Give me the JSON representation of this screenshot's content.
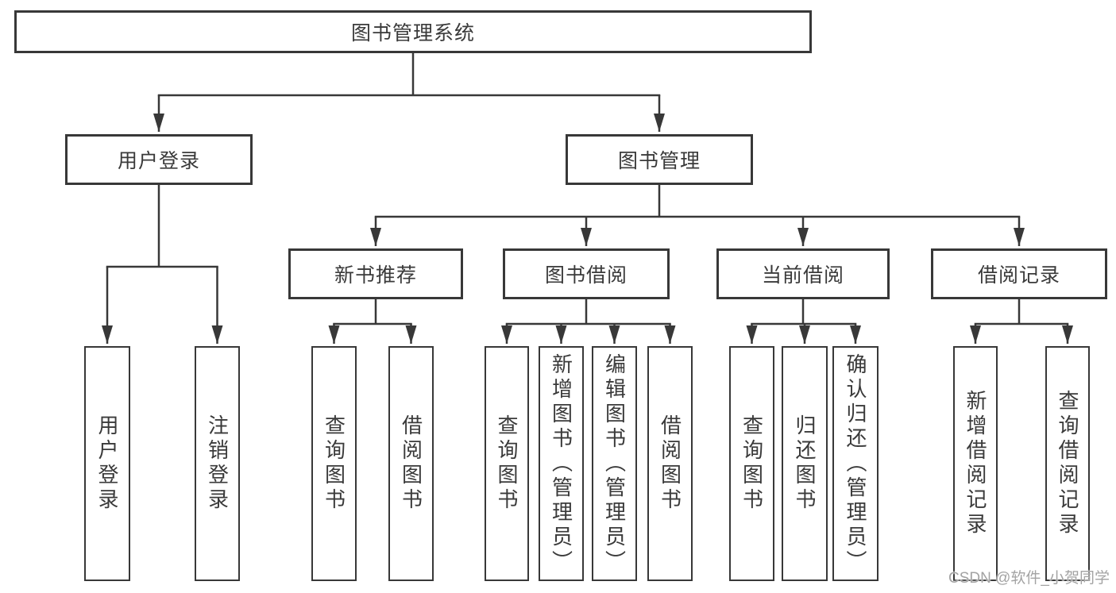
{
  "colors": {
    "line": "#383838",
    "text": "#3a3a3a",
    "watermark": "#a3a3a3",
    "box_bg": "#ffffff"
  },
  "watermark": "CSDN @软件_小贺同学",
  "tree": {
    "root": {
      "label": "图书管理系统"
    },
    "branches": [
      {
        "label": "用户登录",
        "leaves": [
          {
            "label": "用户登录"
          },
          {
            "label": "注销登录"
          }
        ]
      },
      {
        "label": "图书管理",
        "groups": [
          {
            "label": "新书推荐",
            "leaves": [
              {
                "label": "查询图书"
              },
              {
                "label": "借阅图书"
              }
            ]
          },
          {
            "label": "图书借阅",
            "leaves": [
              {
                "label": "查询图书"
              },
              {
                "label": "新增图书（管理员）"
              },
              {
                "label": "编辑图书（管理员）"
              },
              {
                "label": "借阅图书"
              }
            ]
          },
          {
            "label": "当前借阅",
            "leaves": [
              {
                "label": "查询图书"
              },
              {
                "label": "归还图书"
              },
              {
                "label": "确认归还（管理员）"
              }
            ]
          },
          {
            "label": "借阅记录",
            "leaves": [
              {
                "label": "新增借阅记录"
              },
              {
                "label": "查询借阅记录"
              }
            ]
          }
        ]
      }
    ]
  }
}
